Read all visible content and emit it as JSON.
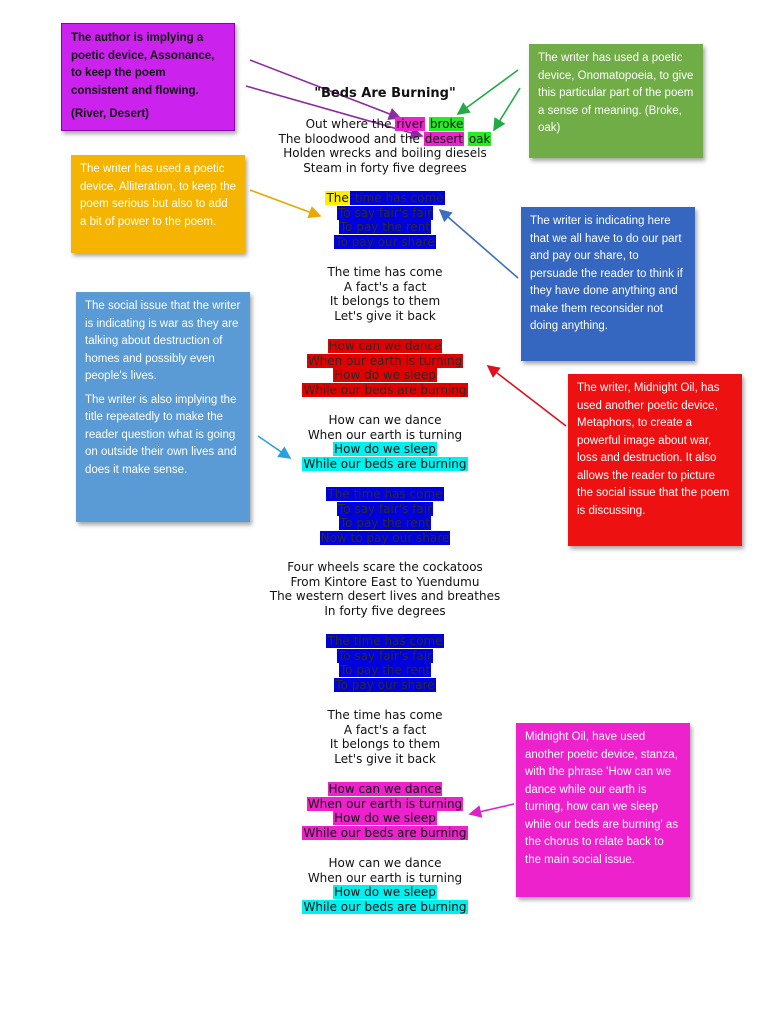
{
  "poem": {
    "title": "\"Beds Are Burning\"",
    "verse1": {
      "line1_pre": "Out where the ",
      "line1_river": "river",
      "line1_space": " ",
      "line1_broke": "broke",
      "line2_pre": "The bloodwood and the ",
      "line2_desert": "desert",
      "line2_space": " ",
      "line2_oak": "oak",
      "line3": "Holden wrecks and boiling diesels",
      "line4": "Steam in forty five degrees"
    },
    "chorus1": {
      "line1_the": "The",
      "line1_rest": " time has come",
      "line2": "To say fair's fair",
      "line3": "To pay the rent",
      "line4": "To pay our share"
    },
    "stanza2": [
      "The time has come",
      "A fact's a fact",
      "It belongs to them",
      "Let's give it back"
    ],
    "stanza3": [
      "How can we dance",
      "When our earth is turning",
      "How do we sleep",
      "While our beds are burning"
    ],
    "stanza4": [
      "How can we dance",
      "When our earth is turning",
      "How do we sleep",
      "While our beds are burning"
    ],
    "stanza5": [
      "The time has come",
      "To say fair's fair",
      "To pay the rent",
      "Now to pay our share"
    ],
    "stanza6": [
      "Four wheels scare the cockatoos",
      "From Kintore East to Yuendumu",
      "The western desert lives and breathes",
      "In forty five degrees"
    ],
    "stanza7": [
      "The time has come",
      "To say fair's fair",
      "To pay the rent",
      "To pay our share"
    ],
    "stanza8": [
      "The time has come",
      "A fact's a fact",
      "It belongs to them",
      "Let's give it back"
    ],
    "stanza9": [
      "How can we dance",
      "When our earth is turning",
      "How do we sleep",
      "While our beds are burning"
    ],
    "stanza10": [
      "How can we dance",
      "When our earth is turning",
      "How do we sleep",
      "While our beds are burning"
    ]
  },
  "notes": {
    "purple": {
      "text1": "The author is implying a poetic device, Assonance, to keep the poem consistent and flowing.",
      "text2": "(River, Desert)"
    },
    "green": {
      "text": "The writer has used a poetic device, Onomatopoeia, to give this particular part of the poem a sense of meaning. (Broke, oak)"
    },
    "orange": {
      "text": "The writer has used a poetic device, Alliteration, to keep the poem serious but also to add a bit of power to the poem."
    },
    "darkblue": {
      "text": "The writer is indicating here that we all have to do our part and pay our share, to persuade the reader to think if they have done anything and make them reconsider not doing anything."
    },
    "lightblue": {
      "text1": "The social issue that the writer is indicating is war as they are talking about destruction of homes and possibly even people's lives.",
      "text2": "The writer is also implying the title repeatedly to make the reader question what is going on outside their own lives and does it make sense."
    },
    "red": {
      "text": "The writer, Midnight Oil, has used another poetic device, Metaphors, to create a powerful image about war, loss and destruction. It also allows the reader to picture the social issue that the poem is discussing."
    },
    "pink": {
      "text": "Midnight Oil, have used another poetic device, stanza, with the phrase 'How can we dance while our earth is turning, how can we sleep while our beds are burning' as the chorus to relate back to the main social issue."
    }
  },
  "colors": {
    "purple_note": "#cc22ee",
    "green_note": "#70ad47",
    "orange_note": "#f5b400",
    "darkblue_note": "#3566c0",
    "lightblue_note": "#5b9bd5",
    "red_note": "#ee1111",
    "pink_note": "#ee22cc",
    "highlight_blue": "#0000dd",
    "highlight_red": "#e00000",
    "highlight_cyan": "#00f0f0",
    "highlight_magenta": "#ee22cc",
    "highlight_green": "#22ee22",
    "highlight_yellow": "#ffee00"
  }
}
